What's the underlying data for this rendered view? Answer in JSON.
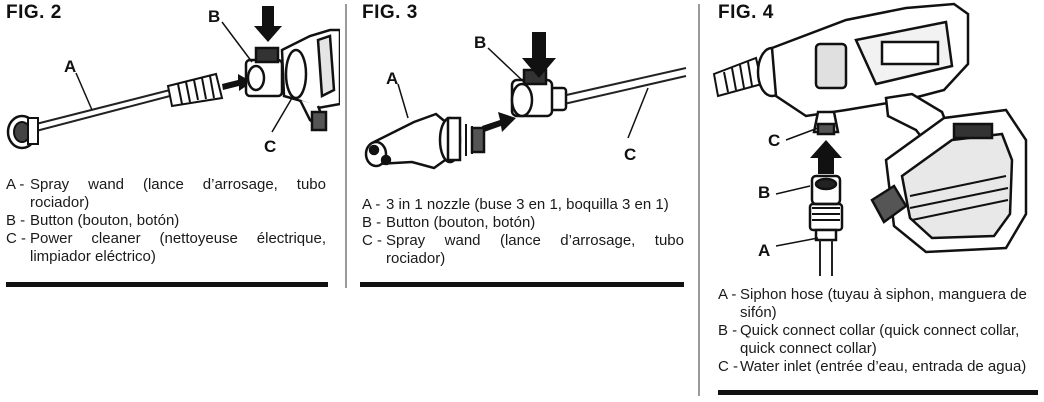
{
  "fig2": {
    "title": "FIG. 2",
    "callouts": {
      "a": "A",
      "b": "B",
      "c": "C"
    },
    "legend": [
      {
        "key": "A -",
        "text": "Spray wand (lance d’arrosage, tubo rociador)"
      },
      {
        "key": "B -",
        "text": "Button (bouton, botón)"
      },
      {
        "key": "C -",
        "text": "Power cleaner (nettoyeuse électrique, limpiador eléctrico)"
      }
    ]
  },
  "fig3": {
    "title": "FIG. 3",
    "callouts": {
      "a": "A",
      "b": "B",
      "c": "C"
    },
    "legend": [
      {
        "key": "A -",
        "text": "3 in 1 nozzle (buse 3 en 1, boquilla 3 en 1)"
      },
      {
        "key": "B -",
        "text": "Button (bouton, botón)"
      },
      {
        "key": "C -",
        "text": "Spray wand (lance d’arrosage, tubo rociador)"
      }
    ]
  },
  "fig4": {
    "title": "FIG. 4",
    "callouts": {
      "a": "A",
      "b": "B",
      "c": "C"
    },
    "legend": [
      {
        "key": "A -",
        "text": "Siphon hose (tuyau à siphon, manguera de sifón)"
      },
      {
        "key": "B -",
        "text": "Quick connect collar (quick connect collar, quick connect collar)"
      },
      {
        "key": "C -",
        "text": "Water inlet (entrée d’eau, entrada de agua)"
      }
    ]
  }
}
